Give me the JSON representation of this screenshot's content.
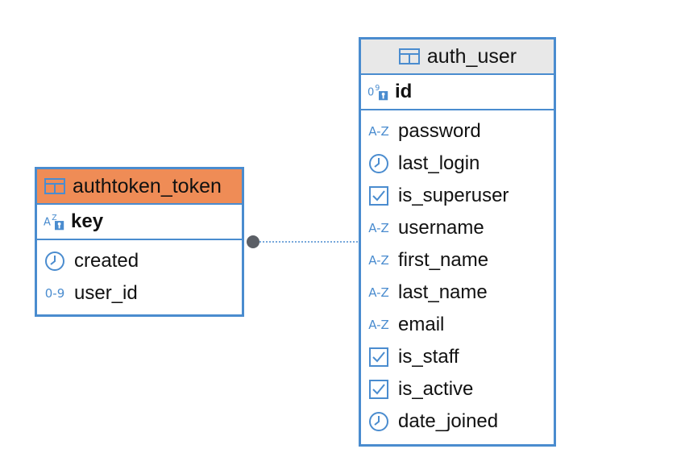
{
  "diagram": {
    "tables": [
      {
        "name": "authtoken_token",
        "header_color": "#ef8c56",
        "primary_key": {
          "name": "key",
          "icon": "text-key-icon"
        },
        "columns": [
          {
            "name": "created",
            "icon": "clock-icon"
          },
          {
            "name": "user_id",
            "icon": "numeric-icon"
          }
        ]
      },
      {
        "name": "auth_user",
        "header_color": "#e8e8e8",
        "primary_key": {
          "name": "id",
          "icon": "numeric-key-icon"
        },
        "columns": [
          {
            "name": "password",
            "icon": "text-icon"
          },
          {
            "name": "last_login",
            "icon": "clock-icon"
          },
          {
            "name": "is_superuser",
            "icon": "checkbox-icon"
          },
          {
            "name": "username",
            "icon": "text-icon"
          },
          {
            "name": "first_name",
            "icon": "text-icon"
          },
          {
            "name": "last_name",
            "icon": "text-icon"
          },
          {
            "name": "email",
            "icon": "text-icon"
          },
          {
            "name": "is_staff",
            "icon": "checkbox-icon"
          },
          {
            "name": "is_active",
            "icon": "checkbox-icon"
          },
          {
            "name": "date_joined",
            "icon": "clock-icon"
          }
        ]
      }
    ],
    "relationship": {
      "from": "authtoken_token",
      "to": "auth_user",
      "style": "dotted"
    },
    "icon_glyphs": {
      "text": "A-Z",
      "numeric": "0-9"
    },
    "accent_color": "#4a8ccf"
  }
}
